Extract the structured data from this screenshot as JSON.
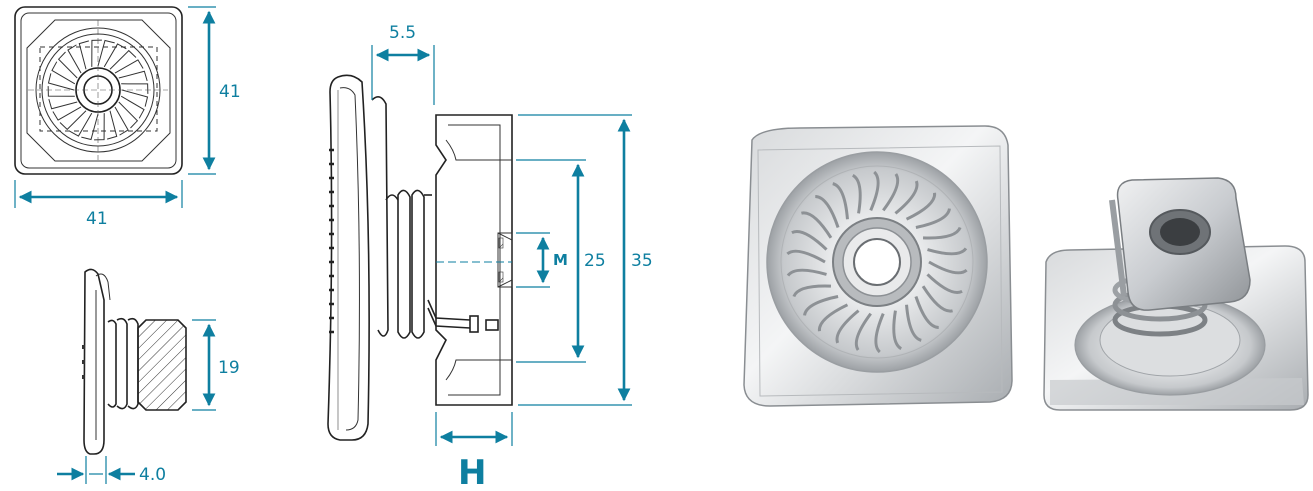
{
  "drawings": {
    "top_view": {
      "width_label": "41",
      "height_label": "41"
    },
    "side_view_small": {
      "height_label": "19",
      "thickness_label": "4.0"
    },
    "main_view": {
      "offset_label": "5.5",
      "thread_label": "M",
      "inner_height_label": "25",
      "outer_height_label": "35",
      "depth_label": "H"
    }
  },
  "colors": {
    "dimension": "#0e7fa0",
    "outline": "#222222"
  }
}
